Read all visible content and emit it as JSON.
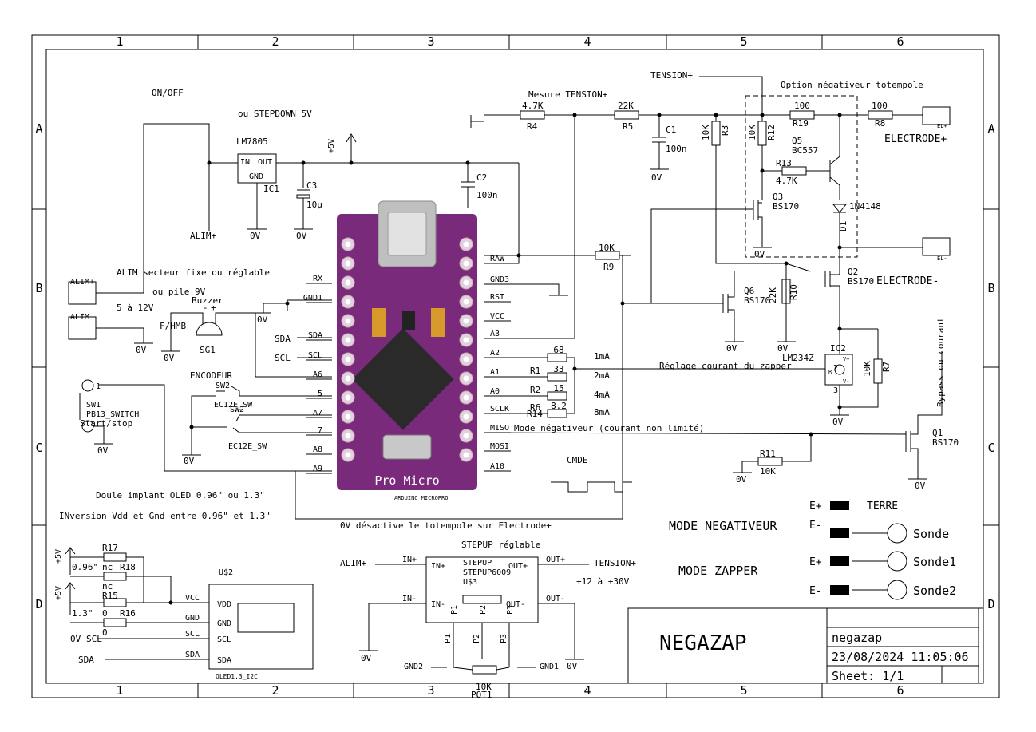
{
  "frame": {
    "columns": [
      "1",
      "2",
      "3",
      "4",
      "5",
      "6"
    ],
    "rows": [
      "A",
      "B",
      "C",
      "D"
    ]
  },
  "power": {
    "on_off": "ON/OFF",
    "stepdown_note": "ou STEPDOWN 5V",
    "regulator": "LM7805",
    "reg_in": "IN",
    "reg_out": "OUT",
    "reg_gnd": "GND",
    "reg_ref": "IC1",
    "plus5v": "+5V",
    "c3_ref": "C3",
    "c3_val": "10µ",
    "c2_ref": "C2",
    "c2_val": "100n",
    "alim_plus": "ALIM+",
    "zero_v": "0V",
    "alim_note1": "ALIM secteur fixe ou réglable",
    "alim_note2": "ou pile 9V",
    "alim_note3": "5 à 12V",
    "alim_plus_conn": "ALIM+",
    "alim_minus_conn": "ALIM-"
  },
  "buzzer": {
    "label": "Buzzer",
    "minus": "-",
    "plus": "+",
    "freq": "F/HMB",
    "ref": "SG1"
  },
  "encoder": {
    "title": "ENCODEUR",
    "sw2": "SW2",
    "sw2b": "SW2",
    "part": "EC12E_SW",
    "part2": "EC12E_SW",
    "sw1": "SW1",
    "sw1_part": "PB13_SWITCH",
    "sw1_label": "Start/stop",
    "pin1": "1"
  },
  "arduino": {
    "board_text": "Pro Micro",
    "part_name": "ARDUINO_MICROPRO",
    "left_pins": [
      "RX",
      "GND1",
      "SDA",
      "SCL",
      "A6",
      "5",
      "A7",
      "7",
      "A8",
      "A9"
    ],
    "right_pins": [
      "RAW",
      "GND3",
      "RST",
      "VCC",
      "A3",
      "A2",
      "A1",
      "A0",
      "SCLK",
      "MISO",
      "MOSI",
      "A10"
    ],
    "ext_labels": [
      "SDA",
      "SCL"
    ]
  },
  "zapper": {
    "mesure": "Mesure TENSION+",
    "tension": "TENSION+",
    "option": "Option négativeur totempole",
    "r4": "R4",
    "r4v": "4.7K",
    "r5": "R5",
    "r5v": "22K",
    "c1": "C1",
    "c1v": "100n",
    "r3": "R3",
    "r3v": "10K",
    "r12": "R12",
    "r12v": "10K",
    "r19": "R19",
    "r19v": "100",
    "r8": "R8",
    "r8v": "100",
    "q5": "Q5",
    "q5t": "BC557",
    "r13": "R13",
    "r13v": "4.7K",
    "q3": "Q3",
    "q3t": "BS170",
    "d1": "D1",
    "d1t": "1N4148",
    "electrode_plus": "ELECTRODE+",
    "electrode_minus": "ELECTRODE-",
    "el_plus": "EL+",
    "el_minus": "EL-",
    "r9": "R9",
    "r9v": "10K",
    "q6": "Q6",
    "q6t": "BS170",
    "r10": "R10",
    "r10v": "22K",
    "q2": "Q2",
    "q2t": "BS170",
    "ic2": "IC2",
    "lm": "LM234Z",
    "reglage": "Réglage courant du zapper",
    "r7": "R7",
    "r7v": "10K",
    "bypass": "Bypass du courant",
    "r_ladder": [
      {
        "ref": "",
        "val": "68",
        "cur": "1mA"
      },
      {
        "ref": "R1",
        "val": "33",
        "cur": "2mA"
      },
      {
        "ref": "R2",
        "val": "15",
        "cur": "4mA"
      },
      {
        "ref": "R6",
        "val": "8.2",
        "cur": "8mA"
      }
    ],
    "r14": "R14",
    "mode_neg": "Mode négativeur (courant non limité)",
    "cmde": "CMDE",
    "q1": "Q1",
    "q1t": "BS170",
    "r11": "R11",
    "r11v": "10K",
    "note_totem": "0V désactive le totempole sur Electrode+",
    "pin2": "2",
    "pin3": "3",
    "pin_plus": "V+",
    "pin_r": "R",
    "pin_minus": "V-"
  },
  "oled": {
    "note1": "Doule implant OLED 0.96\" ou 1.3\"",
    "note2": "INversion Vdd et Gnd entre 0.96\" et 1.3\"",
    "r17": "R17",
    "r18": "R18",
    "r15": "R15",
    "r16": "R16",
    "v096": "0.96\"",
    "v13": "1.3\"",
    "nc": "nc",
    "zero": "0",
    "vcc": "VCC",
    "gnd": "GND",
    "scl": "SCL",
    "sda": "SDA",
    "pins": [
      "VDD",
      "GND",
      "SCL",
      "SDA"
    ],
    "ref": "U$2",
    "part": "OLED1.3_I2C",
    "zero_v": "0V"
  },
  "stepup": {
    "title": "STEPUP réglable",
    "in_plus": "IN+",
    "in_minus": "IN-",
    "out_plus": "OUT+",
    "out_minus": "OUT-",
    "chip1": "STEPUP",
    "chip2": "STEPUP6009",
    "chip3": "U$3",
    "p1": "P1",
    "p2": "P2",
    "p3": "P3",
    "alim": "ALIM+",
    "tension": "TENSION+",
    "range": "+12 à +30V",
    "gnd1": "GND1",
    "gnd2": "GND2",
    "pot": "10K",
    "pot_ref": "POT1"
  },
  "modes": {
    "neg": "MODE NEGATIVEUR",
    "zapper": "MODE ZAPPER",
    "e_plus": "E+",
    "e_minus": "E-",
    "terre": "TERRE",
    "sonde": "Sonde",
    "sonde1": "Sonde1",
    "sonde2": "Sonde2"
  },
  "title_block": {
    "title": "NEGAZAP",
    "name": "negazap",
    "date": "23/08/2024 11:05:06",
    "sheet": "Sheet: 1/1"
  }
}
